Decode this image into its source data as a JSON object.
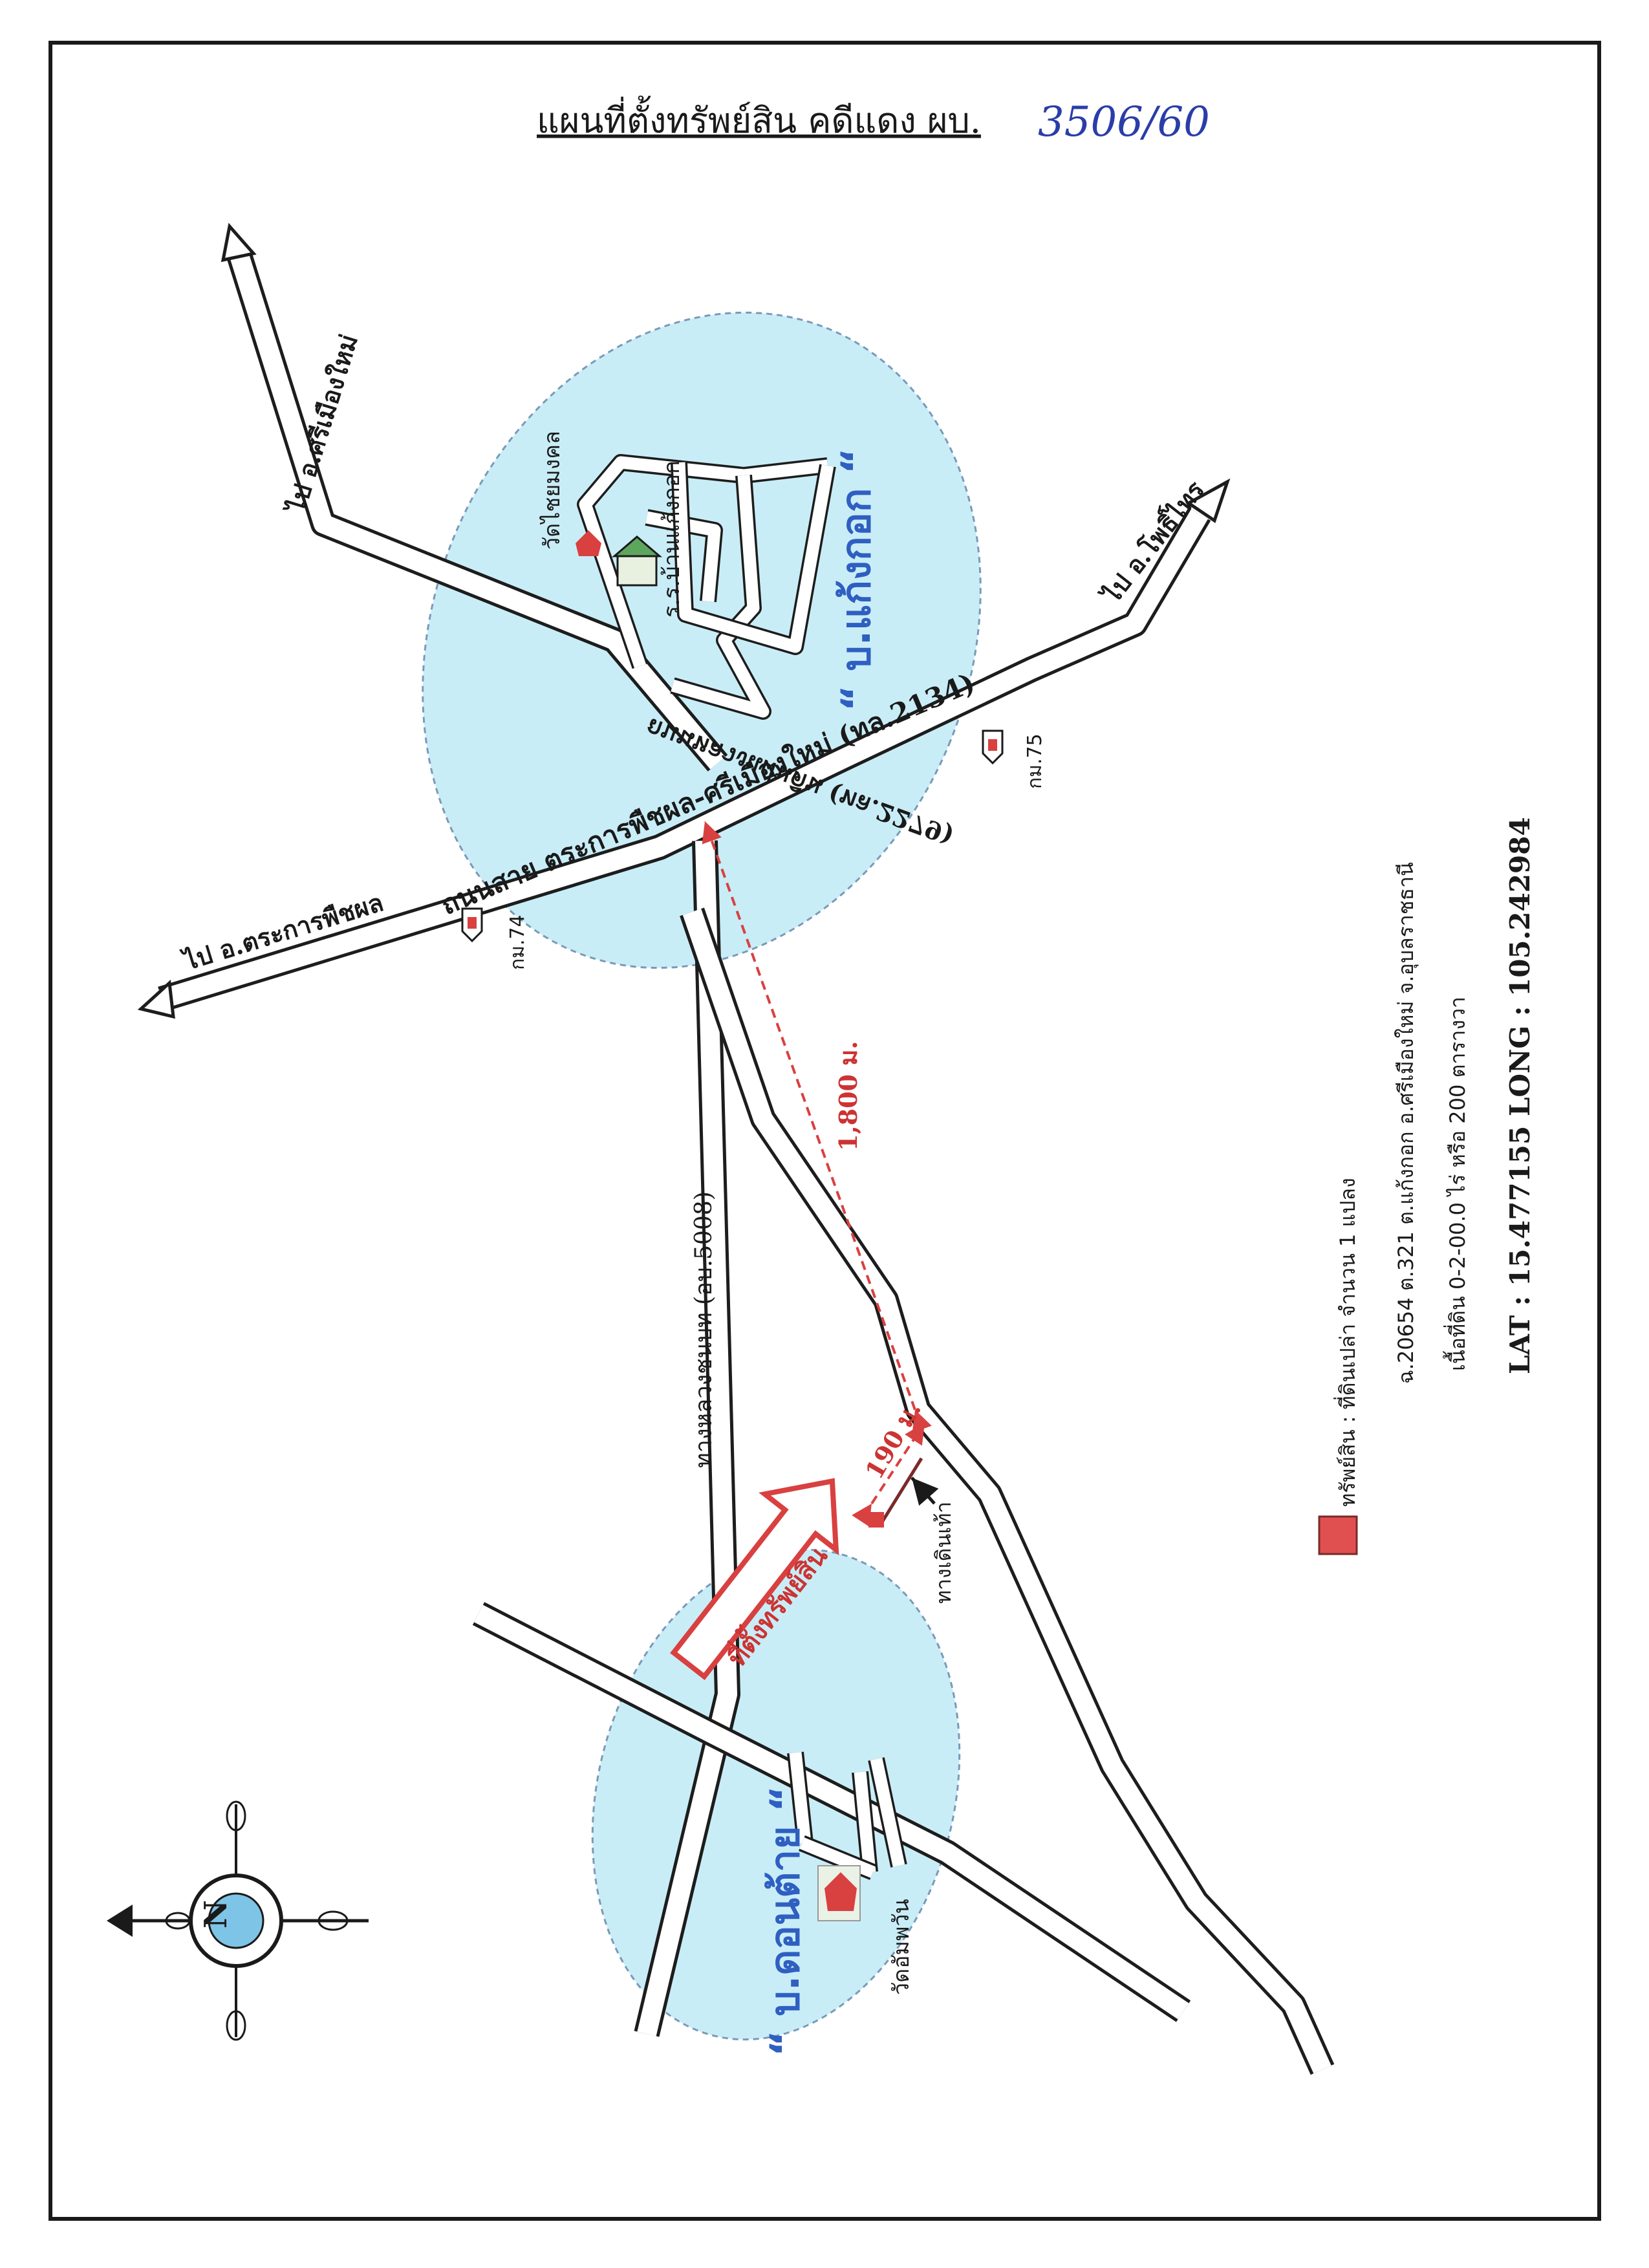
{
  "title": "แผนที่ตั้งทรัพย์สิน คดีแดง ผบ.",
  "case_number_handwritten": "3506/60",
  "roads": {
    "main_road": "ถนนสาย ตระการพืชผล-ศรีเมืองใหม่ (ทล.2134)",
    "to_trakan": "ไป อ.ตระการพืชผล",
    "to_phosai": "ไป อ.โพธิ์ไทร",
    "to_srimuangmai": "ไป อ.ศรีเมืองใหม่",
    "road_2279": "ถนนหลวงแผ่นดิน (ทล.2279)",
    "local_road": "ทางหลวงชนบท (อบ.5008)",
    "walkway": "ทางเดินเท้า"
  },
  "km_markers": {
    "km74": "กม.74",
    "km75": "กม.75"
  },
  "villages": {
    "kaeng_kok": "“ บ.แก้งกอก “",
    "don_tai": "“ บ.ดอนต้าย “"
  },
  "places": {
    "wat_chaimongkhon": "วัดไชยมงคล",
    "school_kaeng_kok": "ร.ร.บ้านแก้งกอก",
    "wat_don_tai": "วัดอัมพวัน"
  },
  "distances": {
    "d1": "1,800 ม.",
    "d2": "190 ม."
  },
  "property_arrow_label": "ที่ตั้งทรัพย์สิน",
  "legend": {
    "label": "ทรัพย์สิน : ที่ดินเปล่า จำนวน 1 แปลง",
    "deed": "ฉ.20654 ต.321 ต.แก้งกอก อ.ศรีเมืองใหม่ จ.อุบลราชธานี",
    "area": "เนื้อที่ดิน 0-2-00.0 ไร่ หรือ 200 ตารางวา",
    "coords": "LAT : 15.477155   LONG : 105.242984",
    "color": "#e05050"
  },
  "compass": {
    "letter": "N"
  },
  "colors": {
    "village_fill": "#c9edf7",
    "village_label": "#2f5fc1",
    "distance": "#cc3333",
    "property": "#e05050"
  }
}
